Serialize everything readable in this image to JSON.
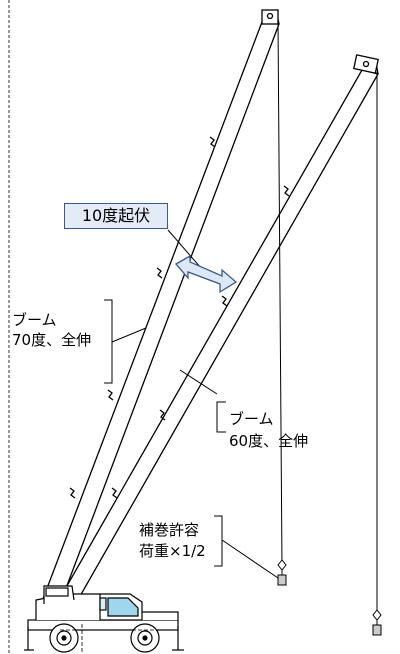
{
  "callout": {
    "text": "10度起伏"
  },
  "boom_70": {
    "line1": "ブーム",
    "line2": "70度、全伸"
  },
  "boom_60": {
    "line1": "ブーム",
    "line2": "60度、全伸"
  },
  "load_note": {
    "line1": "補巻許容",
    "line2": "荷重×1/2"
  },
  "colors": {
    "line": "#000000",
    "callout_fill": "#e3ebf6",
    "callout_border": "#3b5a8c",
    "arrow_fill": "#dce8f5"
  }
}
